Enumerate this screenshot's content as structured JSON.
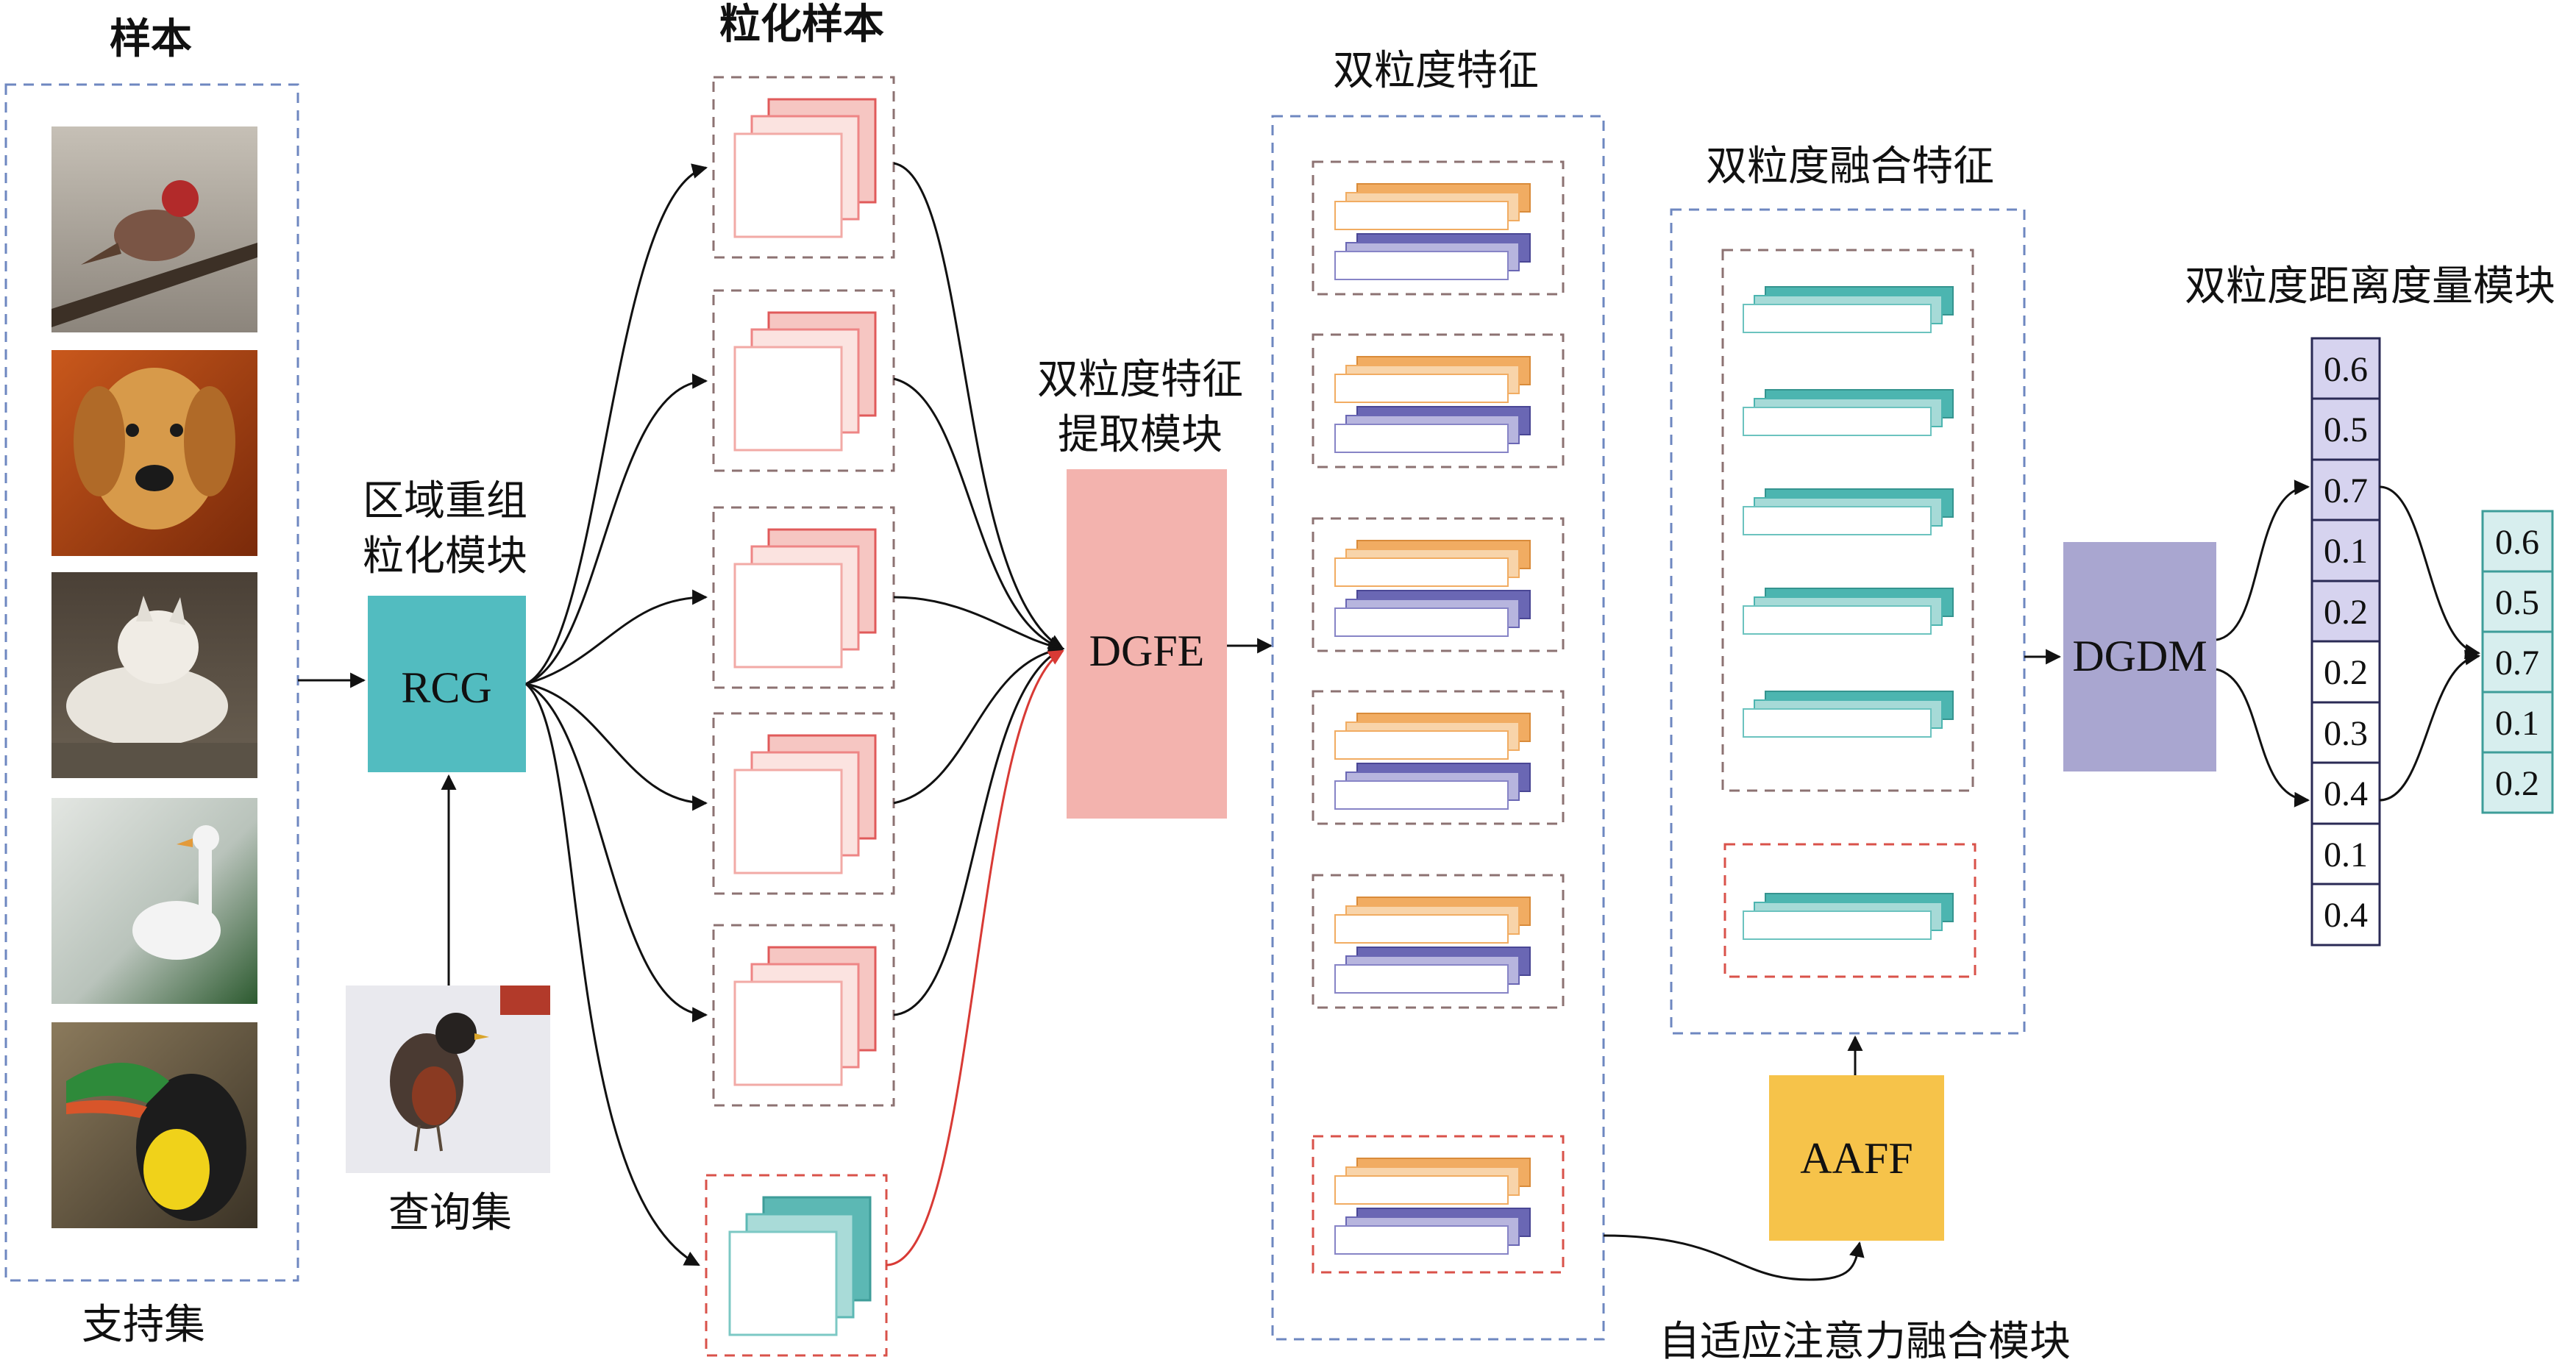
{
  "labels": {
    "samples_title": "样本",
    "granular_title": "粒化样本",
    "dual_feature_title": "双粒度特征",
    "fusion_feature_title": "双粒度融合特征",
    "distance_title": "双粒度距离度量模块",
    "rcg_caption_1": "区域重组",
    "rcg_caption_2": "粒化模块",
    "dgfe_caption_1": "双粒度特征",
    "dgfe_caption_2": "提取模块",
    "support_set": "支持集",
    "query_set": "查询集",
    "aaff_caption": "自适应注意力融合模块"
  },
  "modules": {
    "rcg": "RCG",
    "dgfe": "DGFE",
    "dgdm": "DGDM",
    "aaff": "AAFF"
  },
  "support_images": [
    "bird-photo",
    "dog-photo",
    "wolf-photo",
    "goose-photo",
    "toucan-photo"
  ],
  "query_image": "robin-photo",
  "score_column_left": [
    "0.6",
    "0.5",
    "0.7",
    "0.1",
    "0.2",
    "0.2",
    "0.3",
    "0.4",
    "0.1",
    "0.4"
  ],
  "score_column_right": [
    "0.6",
    "0.5",
    "0.7",
    "0.1",
    "0.2"
  ],
  "colors": {
    "rcg": "#52bcc0",
    "dgfe": "#f3b3ae",
    "dgdm": "#a9a6d0",
    "aaff": "#f6c34a",
    "dash_blue": "#6e87c0",
    "dash_brown": "#8c7272",
    "dash_red": "#d9524a",
    "feat_orange": "#f1ac62",
    "feat_purple": "#6a67b4",
    "feat_teal": "#4cb5b0",
    "pink": "#ee8585",
    "left_cells": "#d6d3ef",
    "right_cells": "#d7eeee"
  }
}
